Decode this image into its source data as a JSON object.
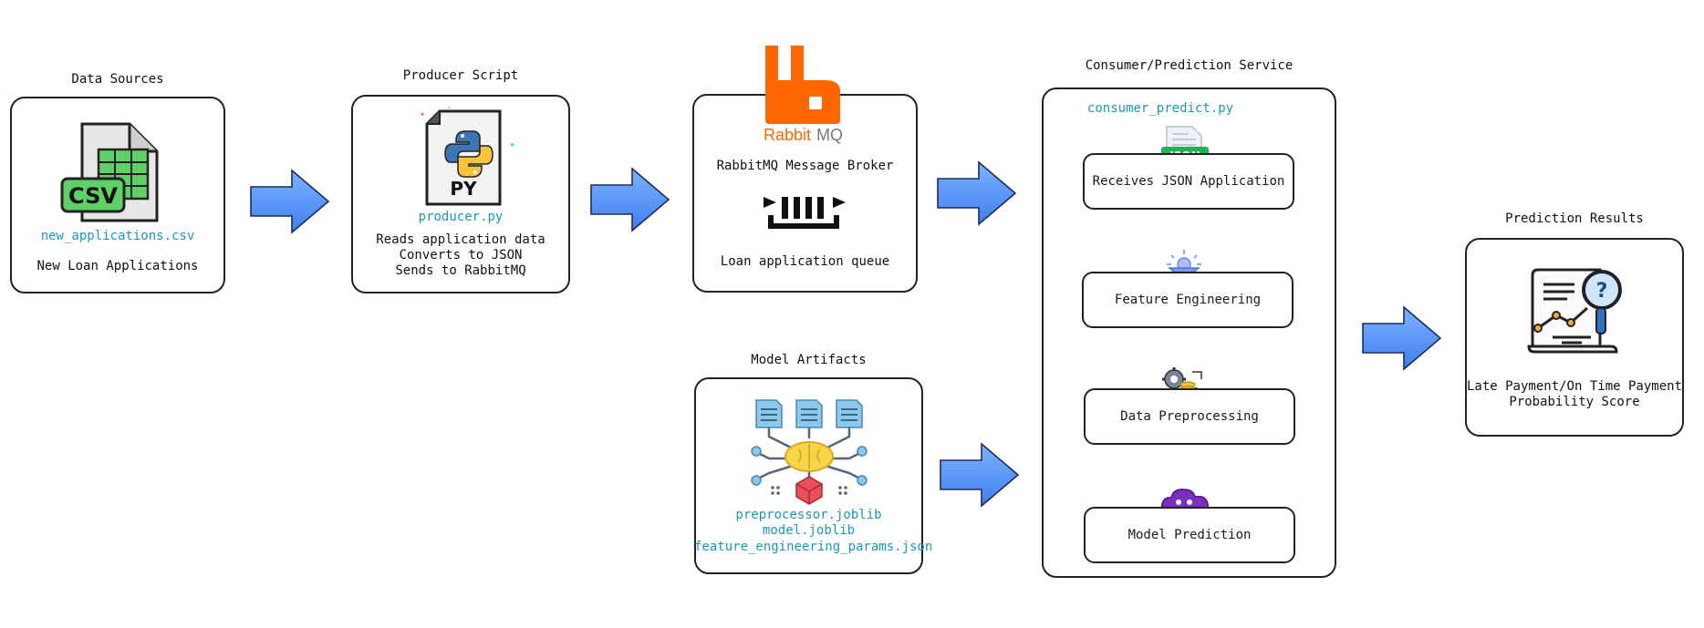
{
  "data_sources": {
    "title": "Data Sources",
    "icon": "csv-file-icon",
    "icon_text": "CSV",
    "file": "new_applications.csv",
    "desc": "New Loan Applications"
  },
  "producer": {
    "title": "Producer Script",
    "icon": "python-file-icon",
    "icon_text": "PY",
    "file": "producer.py",
    "lines": [
      "Reads application data",
      "Converts to JSON",
      "Sends to RabbitMQ"
    ]
  },
  "broker": {
    "logo": "rabbitmq-logo",
    "logo_text_a": "Rabbit",
    "logo_text_b": "MQ",
    "label": "RabbitMQ Message Broker",
    "queue_icon": "queue-icon",
    "queue_label": "Loan application queue"
  },
  "artifacts": {
    "title": "Model Artifacts",
    "icon": "ai-brain-network-icon",
    "files": [
      "preprocessor.joblib",
      "model.joblib",
      "feature_engineering_params.json"
    ]
  },
  "consumer": {
    "title": "Consumer/Prediction Service",
    "file": "consumer_predict.py",
    "json_badge": "JSON",
    "steps": [
      {
        "label": "Receives JSON Application",
        "icon": "json-file-icon"
      },
      {
        "label": "Feature Engineering",
        "icon": "funnel-gear-icon"
      },
      {
        "label": "Data Preprocessing",
        "icon": "gears-coins-icon"
      },
      {
        "label": "Model Prediction",
        "icon": "cloud-circuit-icon"
      }
    ]
  },
  "results": {
    "title": "Prediction Results",
    "icon": "report-magnifier-icon",
    "lines": [
      "Late Payment/On Time Payment",
      "Probability Score"
    ]
  },
  "colors": {
    "arrow": "#4f8ef5",
    "code_text": "#1b97b8",
    "rabbit_orange": "#ff6600",
    "csv_green": "#5fd068",
    "json_green": "#23b14d",
    "ai_purple": "#7b2fbe"
  }
}
